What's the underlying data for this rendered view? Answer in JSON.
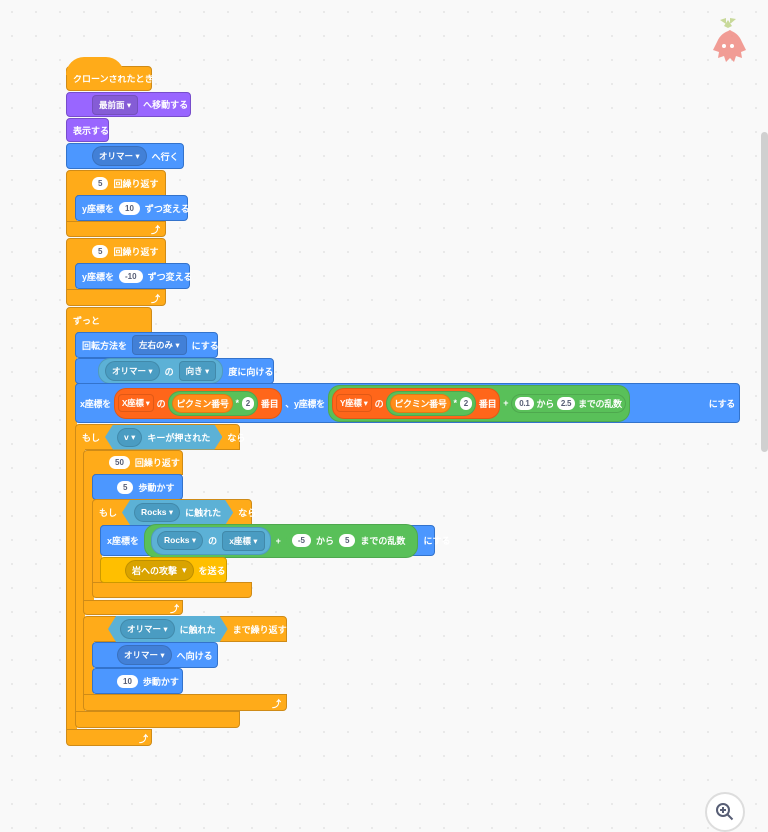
{
  "hat": {
    "label": "クローンされたとき"
  },
  "go_front": {
    "menu": "最前面",
    "label": "へ移動する"
  },
  "show": {
    "label": "表示する"
  },
  "goto": {
    "menu": "オリマー",
    "label": "へ行く"
  },
  "repeat1": {
    "count": "5",
    "label": "回繰り返す",
    "inner": {
      "label1": "y座標を",
      "value": "10",
      "label2": "ずつ変える"
    }
  },
  "repeat2": {
    "count": "5",
    "label": "回繰り返す",
    "inner": {
      "label1": "y座標を",
      "value": "-10",
      "label2": "ずつ変える"
    }
  },
  "forever": {
    "label": "ずっと"
  },
  "rotation": {
    "label1": "回転方法を",
    "menu": "左右のみ",
    "label2": "にする"
  },
  "point": {
    "sprite": "オリマー",
    "of": "の",
    "attr": "向き",
    "label": "度に向ける"
  },
  "setxy": {
    "label1": "x座標を",
    "xattr": "X座標",
    "of1": "の",
    "var1": "ピクミン番号",
    "times1": "*",
    "n1": "2",
    "item1": "番目",
    "label2": "、y座標を",
    "yattr": "Y座標",
    "of2": "の",
    "var2": "ピクミン番号",
    "times2": "*",
    "n2": "2",
    "item2": "番目",
    "plus": "+",
    "from": "0.1",
    "kara": "から",
    "to": "2.5",
    "rand": "までの乱数",
    "label3": "にする"
  },
  "if_key": {
    "if": "もし",
    "key": "v",
    "cond": "キーが押された",
    "then": "なら"
  },
  "repeat50": {
    "count": "50",
    "label": "回繰り返す"
  },
  "move5": {
    "value": "5",
    "label": "歩動かす"
  },
  "if_rocks": {
    "if": "もし",
    "sprite": "Rocks",
    "cond": "に触れた",
    "then": "なら"
  },
  "setx_rocks": {
    "label1": "x座標を",
    "sprite": "Rocks",
    "of": "の",
    "attr": "x座標",
    "plus": "+",
    "from": "-5",
    "kara": "から",
    "to": "5",
    "rand": "までの乱数",
    "label2": "にする"
  },
  "broadcast": {
    "message": "岩への攻撃",
    "label": "を送る"
  },
  "until": {
    "sprite": "オリマー",
    "cond": "に触れた",
    "label": "まで繰り返す"
  },
  "point_to": {
    "sprite": "オリマー",
    "label": "へ向ける"
  },
  "move10": {
    "value": "10",
    "label": "歩動かす"
  },
  "colors": {
    "motion": "#4C97FF",
    "looks": "#9966FF",
    "control": "#FFAB19",
    "events": "#FFBF00",
    "sensing": "#5CB1D6",
    "operators": "#59C059",
    "variables": "#FF8C1A",
    "lists": "#FF661A"
  },
  "icons": {
    "sprite": "pikmin-sprite-icon",
    "zoom": "zoom-in-icon",
    "loop": "loop-arrow-icon"
  }
}
